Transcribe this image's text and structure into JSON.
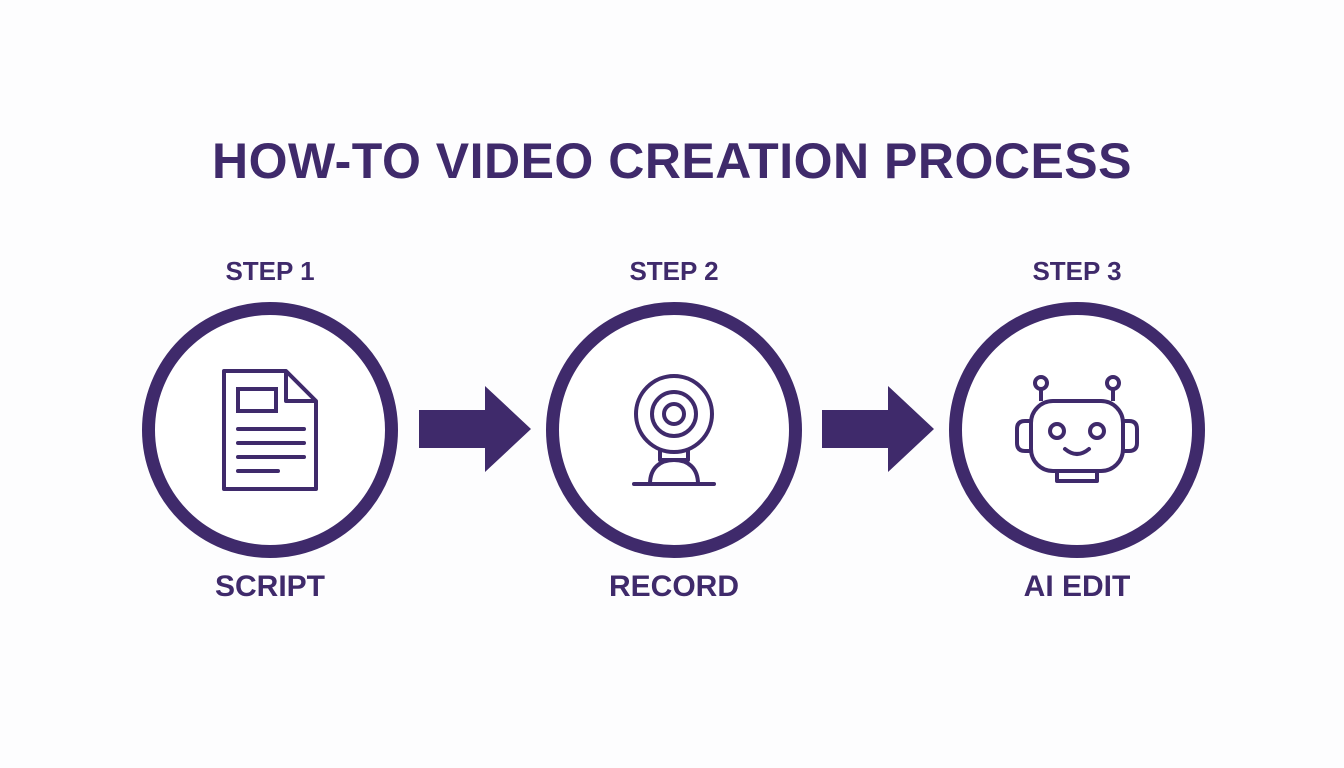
{
  "title": "HOW-TO VIDEO CREATION PROCESS",
  "colors": {
    "primary": "#3f2a6b",
    "background": "#fdfdfe"
  },
  "steps": [
    {
      "label": "STEP 1",
      "name": "SCRIPT",
      "icon": "document-icon"
    },
    {
      "label": "STEP 2",
      "name": "RECORD",
      "icon": "webcam-icon"
    },
    {
      "label": "STEP 3",
      "name": "AI EDIT",
      "icon": "robot-icon"
    }
  ]
}
